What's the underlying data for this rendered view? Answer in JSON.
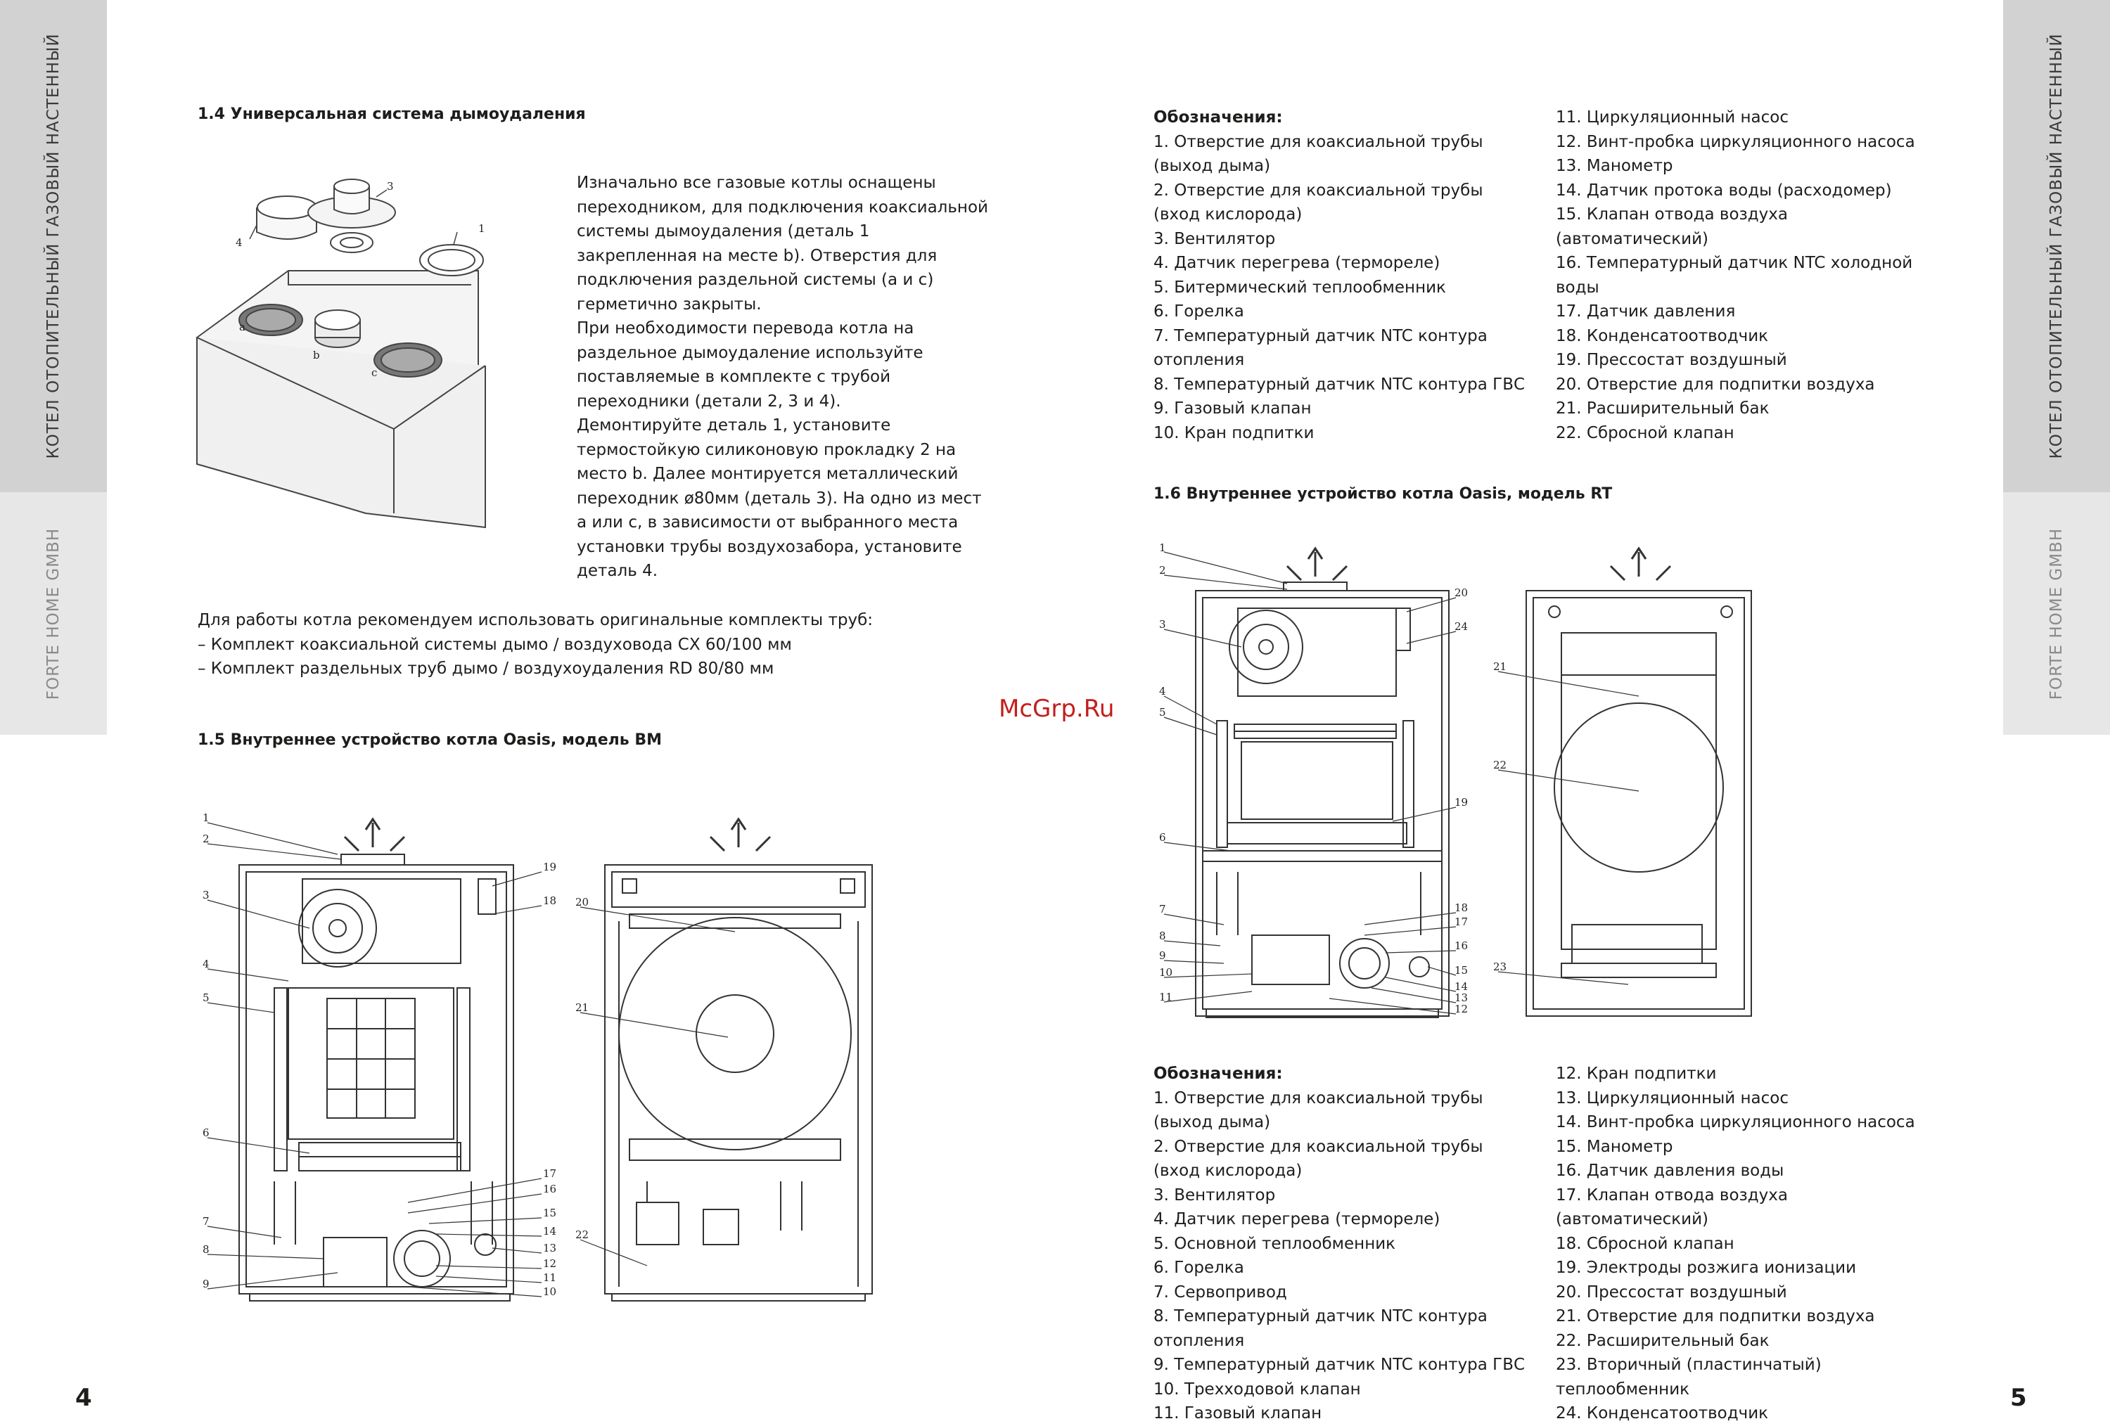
{
  "sidebar": {
    "left_top": "КОТЕЛ ОТОПИТЕЛЬНЫЙ ГАЗОВЫЙ НАСТЕННЫЙ",
    "left_bottom": "FORTE HOME GMBH",
    "right_top": "КОТЕЛ ОТОПИТЕЛЬНЫЙ ГАЗОВЫЙ НАСТЕННЫЙ",
    "right_bottom": "FORTE HOME GMBH"
  },
  "page_numbers": {
    "left": "4",
    "right": "5"
  },
  "watermark": "McGrp.Ru",
  "section_1_4": {
    "title": "1.4 Универсальная система дымоудаления",
    "lines": [
      "Изначально все газовые котлы оснащены",
      "переходником, для подключения коаксиальной",
      "системы дымоудаления (деталь 1",
      "закрепленная на месте b). Отверстия для",
      "подключения раздельной системы (а и с)",
      "герметично закрыты.",
      "При необходимости перевода котла на",
      "раздельное дымоудаление используйте",
      "поставляемые в комплекте с трубой",
      "переходники (детали 2, 3 и 4).",
      "Демонтируйте деталь 1, установите",
      "термостойкую силиконовую прокладку 2 на",
      "место b. Далее монтируется металлический",
      "переходник ø80мм (деталь 3). На одно из мест",
      "а или с, в зависимости от выбранного места",
      "установки трубы воздухозабора, установите",
      "деталь 4."
    ],
    "diagram_labels": {
      "p1": "1",
      "p3": "3",
      "p4": "4",
      "a": "a",
      "b": "b",
      "c": "c"
    }
  },
  "recommend": {
    "lines": [
      "Для работы котла рекомендуем использовать оригинальные комплекты труб:",
      "– Комплект коаксиальной системы дымо / воздуховода CX 60/100 мм",
      "– Комплект раздельных труб дымо / воздухоудаления RD 80/80 мм"
    ]
  },
  "section_1_5": {
    "title": "1.5  Внутреннее устройство котла Oasis, модель BM",
    "front_labels": [
      "1",
      "2",
      "3",
      "4",
      "5",
      "6",
      "7",
      "8",
      "9",
      "19",
      "18",
      "17",
      "16",
      "15",
      "14",
      "13",
      "12",
      "11",
      "10"
    ],
    "back_labels": [
      "20",
      "21",
      "22"
    ]
  },
  "legend_bm": {
    "title": "Обозначения:",
    "col1": [
      "1. Отверстие для коаксиальной трубы",
      "(выход дыма)",
      "2. Отверстие для коаксиальной трубы",
      "(вход кислорода)",
      "3. Вентилятор",
      "4. Датчик перегрева (термореле)",
      "5. Битермический теплообменник",
      "6. Горелка",
      "7. Температурный датчик NTC контура",
      "отопления",
      "8. Температурный датчик NTC контура ГВС",
      "9. Газовый клапан",
      "10. Кран подпитки"
    ],
    "col2": [
      "11. Циркуляционный насос",
      "12. Винт-пробка циркуляционного насоса",
      "13. Манометр",
      "14. Датчик протока воды (расходомер)",
      "15. Клапан отвода воздуха",
      "(автоматический)",
      "16. Температурный датчик NTC холодной",
      "воды",
      "17. Датчик  давления",
      "18. Конденсатоотводчик",
      "19. Прессостат воздушный",
      "20. Отверстие для подпитки воздуха",
      "21. Расширительный бак",
      "22. Сбросной  клапан"
    ]
  },
  "section_1_6": {
    "title": "1.6 Внутреннее устройство котла Oasis, модель RT",
    "front_labels": [
      "1",
      "2",
      "3",
      "4",
      "5",
      "6",
      "7",
      "8",
      "9",
      "10",
      "11",
      "20",
      "24",
      "19",
      "18",
      "17",
      "16",
      "15",
      "14",
      "13",
      "12"
    ],
    "back_labels": [
      "21",
      "22",
      "23"
    ]
  },
  "legend_rt": {
    "title": "Обозначения:",
    "col1": [
      "1. Отверстие для коаксиальной трубы",
      "(выход дыма)",
      "2. Отверстие для коаксиальной трубы",
      "(вход кислорода)",
      "3. Вентилятор",
      "4. Датчик перегрева (термореле)",
      "5. Основной теплообменник",
      "6. Горелка",
      "7. Сервопривод",
      "8. Температурный датчик NTC контура",
      "отопления",
      "9. Температурный датчик NTC контура ГВС",
      "10. Трехходовой клапан",
      "11. Газовый клапан"
    ],
    "col2": [
      "12. Кран подпитки",
      "13. Циркуляционный насос",
      "14. Винт-пробка циркуляционного насоса",
      "15. Манометр",
      "16. Датчик давления воды",
      "17. Клапан отвода воздуха",
      "(автоматический)",
      "18. Сбросной клапан",
      "19. Электроды розжига ионизации",
      "20. Прессостат воздушный",
      "21. Отверстие для подпитки воздуха",
      "22. Расширительный бак",
      "23. Вторичный (пластинчатый)",
      "теплообменник",
      "24. Конденсатоотводчик"
    ]
  }
}
